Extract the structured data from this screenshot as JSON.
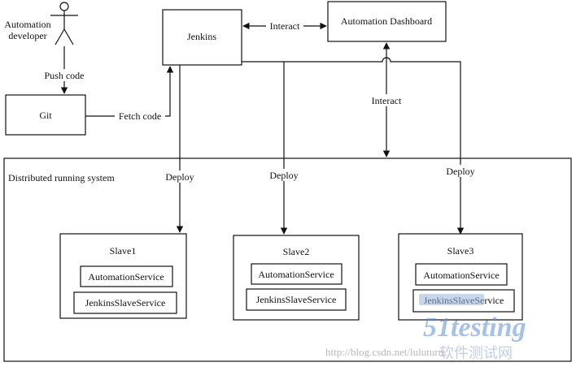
{
  "actor": {
    "label_line1": "Automation",
    "label_line2": "developer"
  },
  "boxes": {
    "jenkins": "Jenkins",
    "dashboard": "Automation Dashboard",
    "git": "Git"
  },
  "edges": {
    "push_code": "Push code",
    "fetch_code": "Fetch code",
    "interact_top": "Interact",
    "interact_vertical": "Interact",
    "deploy_1": "Deploy",
    "deploy_2": "Deploy",
    "deploy_3": "Deploy"
  },
  "system": {
    "title": "Distributed running system"
  },
  "slaves": [
    {
      "name": "Slave1",
      "services": [
        "AutomationService",
        "JenkinsSlaveService"
      ]
    },
    {
      "name": "Slave2",
      "services": [
        "AutomationService",
        "JenkinsSlaveService"
      ]
    },
    {
      "name": "Slave3",
      "services": [
        "AutomationService",
        "JenkinsSlaveService"
      ]
    }
  ],
  "watermark": {
    "url": "http://blog.csdn.net/luluturn",
    "logo_text": "51testing",
    "logo_caption": "软件测试网"
  }
}
